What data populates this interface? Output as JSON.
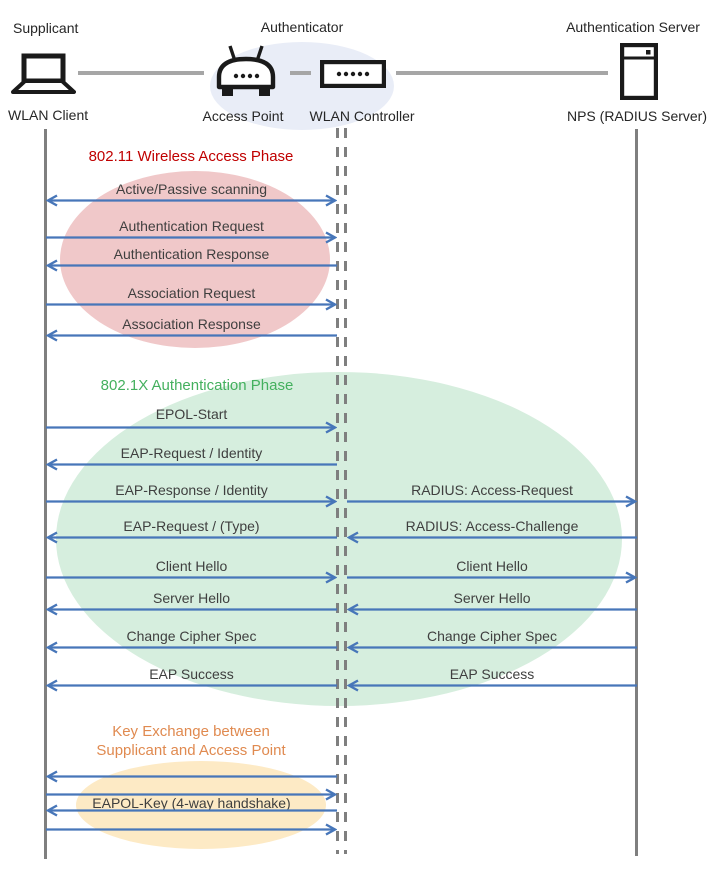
{
  "header": {
    "roles": [
      {
        "label": "Supplicant"
      },
      {
        "label": "Authenticator"
      },
      {
        "label": "Authentication Server"
      }
    ],
    "devices": [
      {
        "label": "WLAN Client",
        "icon": "laptop-icon"
      },
      {
        "label": "Access Point",
        "icon": "access-point-icon"
      },
      {
        "label": "WLAN Controller",
        "icon": "wlan-controller-icon"
      },
      {
        "label": "NPS (RADIUS Server)",
        "icon": "server-icon"
      }
    ]
  },
  "phases": [
    {
      "title": "802.11 Wireless Access Phase",
      "color": "#C00000",
      "fill": "#F0C8C9"
    },
    {
      "title": "802.1X Authentication Phase",
      "color": "#44B05E",
      "fill": "#D6EEDE"
    },
    {
      "title": "Key Exchange between\nSupplicant and Access Point",
      "color": "#E08A50",
      "fill": "#FDEAC5"
    }
  ],
  "messages": [
    {
      "label": "Active/Passive scanning",
      "direction": "both",
      "lane": "client-controller"
    },
    {
      "label": "Authentication Request",
      "direction": "right",
      "lane": "client-controller"
    },
    {
      "label": "Authentication Response",
      "direction": "left",
      "lane": "client-controller"
    },
    {
      "label": "Association Request",
      "direction": "right",
      "lane": "client-controller"
    },
    {
      "label": "Association Response",
      "direction": "left",
      "lane": "client-controller"
    },
    {
      "label": "EPOL-Start",
      "direction": "right",
      "lane": "client-controller"
    },
    {
      "label": "EAP-Request / Identity",
      "direction": "left",
      "lane": "client-controller"
    },
    {
      "label": "EAP-Response / Identity",
      "direction": "right",
      "lane": "client-controller"
    },
    {
      "label": "RADIUS: Access-Request",
      "direction": "right",
      "lane": "controller-server"
    },
    {
      "label": "EAP-Request / (Type)",
      "direction": "left",
      "lane": "client-controller"
    },
    {
      "label": "RADIUS: Access-Challenge",
      "direction": "left",
      "lane": "controller-server"
    },
    {
      "label": "Client Hello",
      "direction": "right",
      "lane": "client-controller"
    },
    {
      "label": "Client Hello",
      "direction": "right",
      "lane": "controller-server"
    },
    {
      "label": "Server Hello",
      "direction": "left",
      "lane": "client-controller"
    },
    {
      "label": "Server Hello",
      "direction": "left",
      "lane": "controller-server"
    },
    {
      "label": "Change Cipher Spec",
      "direction": "left",
      "lane": "client-controller"
    },
    {
      "label": "Change Cipher Spec",
      "direction": "left",
      "lane": "controller-server"
    },
    {
      "label": "EAP Success",
      "direction": "left",
      "lane": "client-controller"
    },
    {
      "label": "EAP Success",
      "direction": "left",
      "lane": "controller-server"
    },
    {
      "label": "",
      "direction": "left",
      "lane": "client-controller"
    },
    {
      "label": "",
      "direction": "right",
      "lane": "client-controller"
    },
    {
      "label": "EAPOL-Key (4-way handshake)",
      "direction": "left",
      "lane": "client-controller"
    },
    {
      "label": "",
      "direction": "right",
      "lane": "client-controller"
    }
  ],
  "colors": {
    "arrow_blue": "#4776B9",
    "lifeline_gray": "#7F7F7F",
    "connector_gray": "#A6A6A6",
    "phase_red": "#C00000",
    "phase_red_fill": "#F0C8C9",
    "phase_green": "#44B05E",
    "phase_green_fill": "#D6EEDE",
    "phase_orange": "#E08A50",
    "phase_orange_fill": "#FDEAC5",
    "authenticator_fill": "#E9EDF7",
    "icon_black": "#1A1A1A",
    "message_text": "#3F3F3F"
  }
}
